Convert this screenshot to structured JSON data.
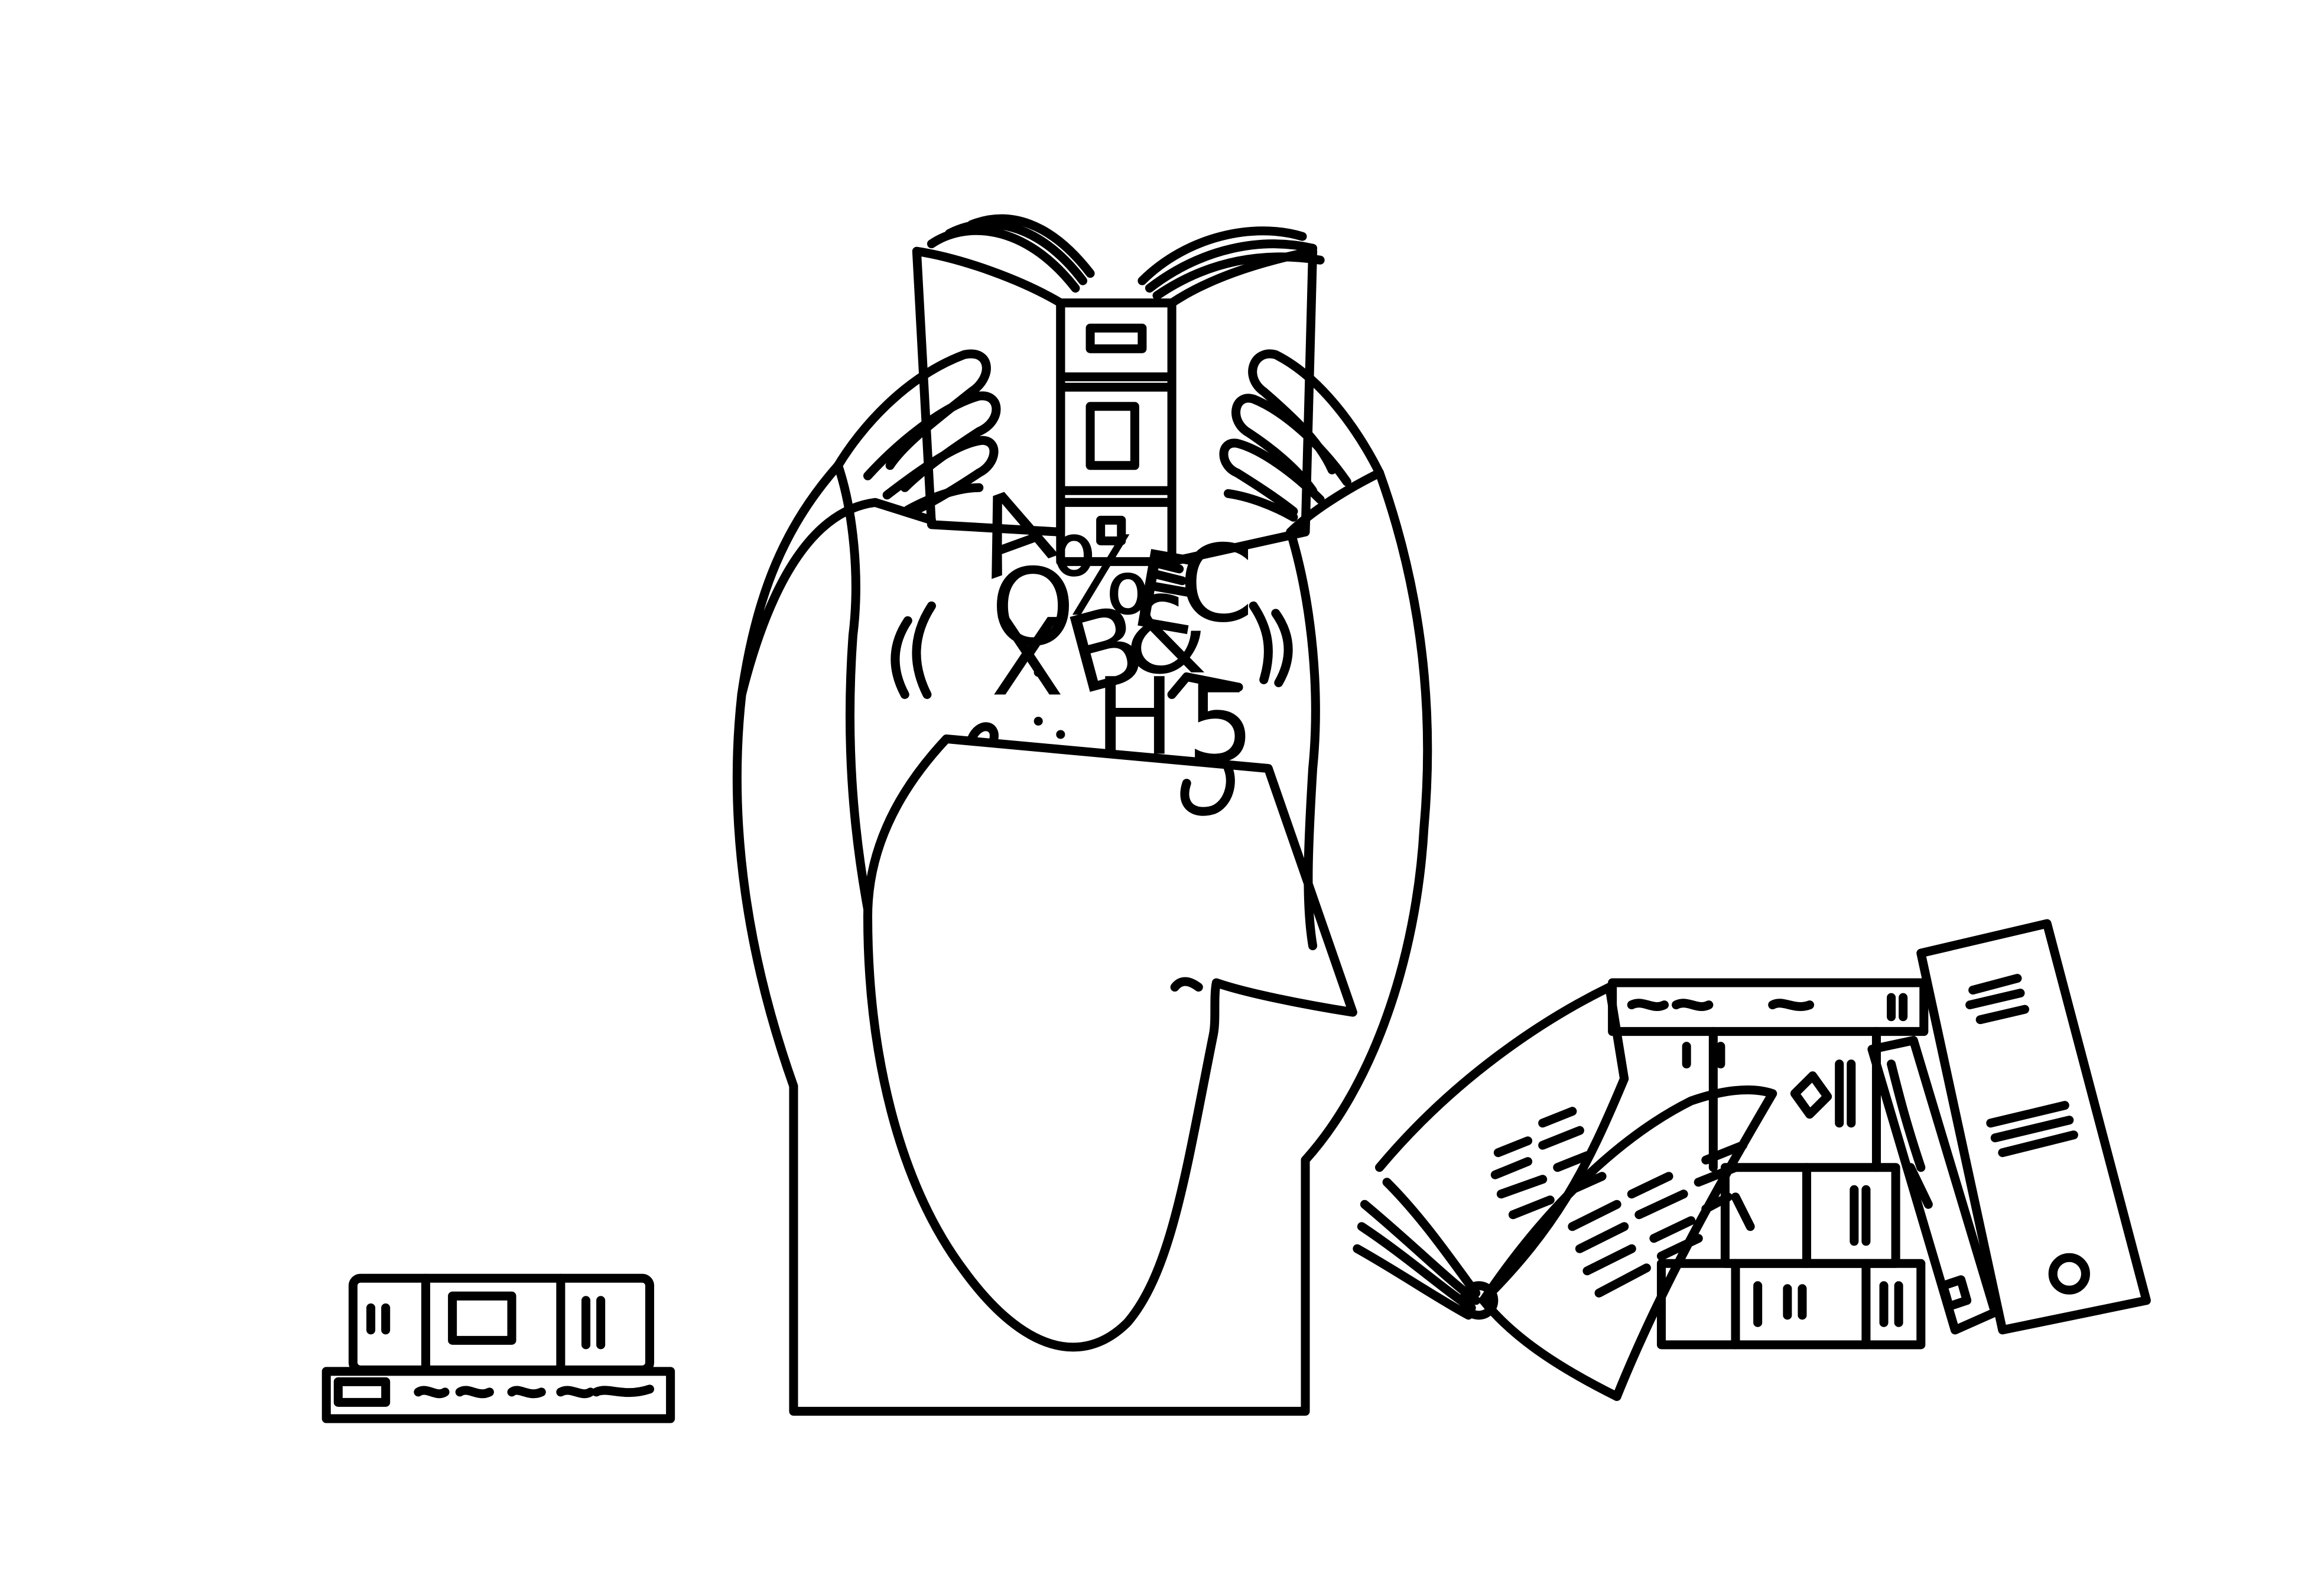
{
  "colors": {
    "ink": "#000000",
    "paper": "#ffffff"
  },
  "scatter_letters": [
    "A",
    "%",
    "E",
    "C",
    "O",
    "&",
    "X",
    "B",
    "H",
    "5"
  ]
}
